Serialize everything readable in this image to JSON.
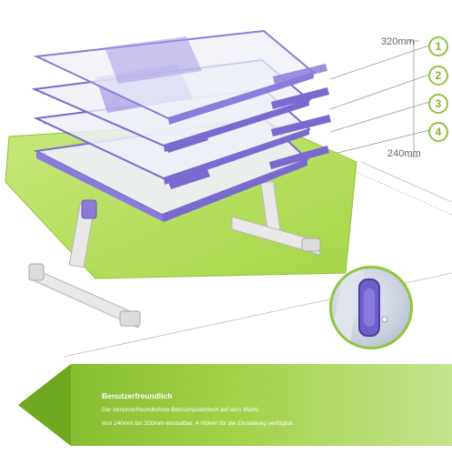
{
  "dimensions": {
    "max_height": "320mm",
    "min_height": "240mm"
  },
  "height_levels": [
    "1",
    "2",
    "3",
    "4"
  ],
  "banner": {
    "title": "Benutzerfreundlich",
    "line1": "Der benutzerfreundlichste Bettcomputertisch auf dem Markt.",
    "line2": "Von 240mm bis 320mm einstellbar, 4 Höhen  für die Einstellung verfügbar."
  },
  "colors": {
    "accent_green": "#8cc63f",
    "tray_purple": "#7a6ad0",
    "banner_green": "#9ccc3a"
  }
}
